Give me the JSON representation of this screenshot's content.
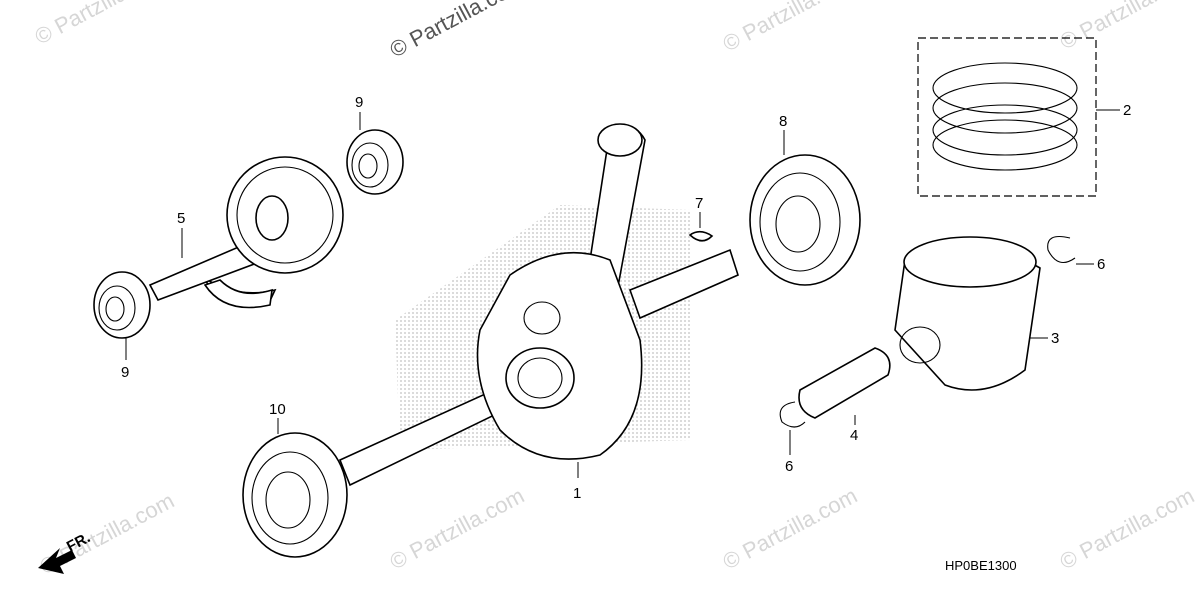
{
  "watermarks": {
    "strong": "© Partzilla.com",
    "faint": "© Partzilla.com"
  },
  "diagram_code": "HP0BE1300",
  "front_indicator": "FR.",
  "callouts": {
    "c1": "1",
    "c2": "2",
    "c3": "3",
    "c4": "4",
    "c5": "5",
    "c6a": "6",
    "c6b": "6",
    "c7": "7",
    "c8": "8",
    "c9a": "9",
    "c9b": "9",
    "c10": "10"
  },
  "colors": {
    "line": "#000000",
    "watermark": "#d6d6d6",
    "background": "#ffffff"
  }
}
